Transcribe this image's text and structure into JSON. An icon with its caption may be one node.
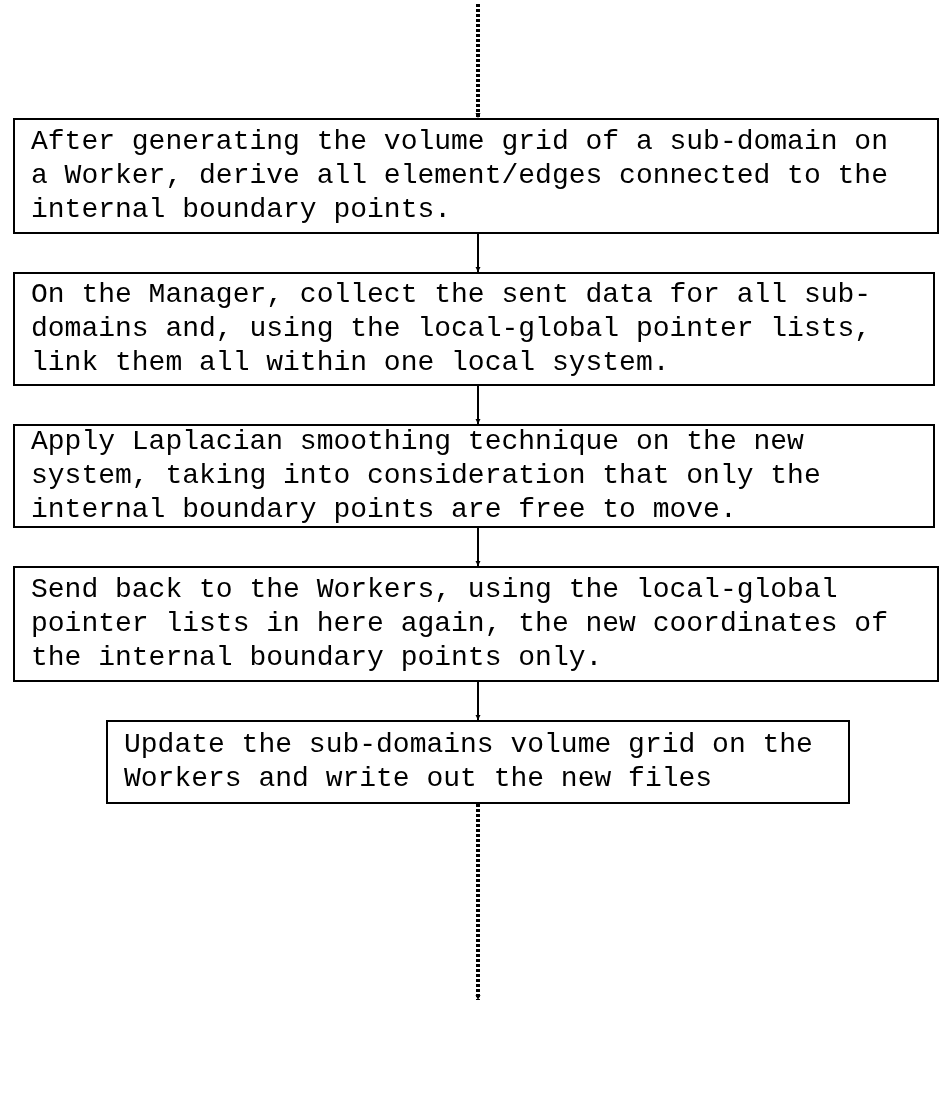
{
  "diagram": {
    "nodes": [
      {
        "text": [
          "After generating the volume grid of a sub-domain on a Worker, derive all element/edges connected to the internal boundary points."
        ]
      },
      {
        "text": [
          "On the Manager, collect the sent data for all sub-domains and, using the local-global pointer lists, link them all within one local system."
        ]
      },
      {
        "text": [
          "Apply Laplacian smoothing technique on the new system, taking into consideration that only the internal boundary points are free to move."
        ]
      },
      {
        "text": [
          "Send back to the Workers, using the local-global pointer lists in here again, the new coordinates of the internal boundary points only."
        ]
      },
      {
        "text": [
          "Update the sub-domains volume grid on the Workers and write out the new files"
        ]
      }
    ],
    "edges": [
      {
        "from": null,
        "to": 0,
        "arrow": "to",
        "style": "dashed"
      },
      {
        "from": 0,
        "to": 1,
        "arrow": "to"
      },
      {
        "from": 1,
        "to": 2,
        "arrow": "to"
      },
      {
        "from": 2,
        "to": 3,
        "arrow": "to"
      },
      {
        "from": 3,
        "to": 4,
        "arrow": "to"
      },
      {
        "from": 4,
        "to": null,
        "arrow": "to",
        "style": "dashed"
      }
    ]
  }
}
